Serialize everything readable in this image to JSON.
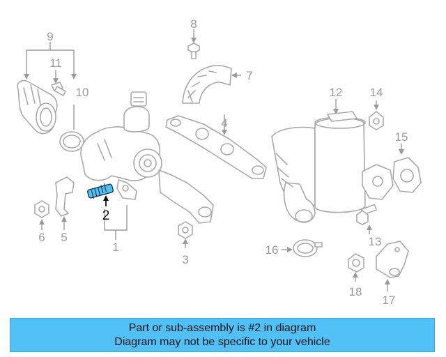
{
  "callouts": [
    {
      "num": "1",
      "highlighted": false
    },
    {
      "num": "2",
      "highlighted": true
    },
    {
      "num": "3",
      "highlighted": false
    },
    {
      "num": "4",
      "highlighted": false
    },
    {
      "num": "5",
      "highlighted": false
    },
    {
      "num": "6",
      "highlighted": false
    },
    {
      "num": "7",
      "highlighted": false
    },
    {
      "num": "8",
      "highlighted": false
    },
    {
      "num": "9",
      "highlighted": false
    },
    {
      "num": "10",
      "highlighted": false
    },
    {
      "num": "11",
      "highlighted": false
    },
    {
      "num": "12",
      "highlighted": false
    },
    {
      "num": "13",
      "highlighted": false
    },
    {
      "num": "14",
      "highlighted": false
    },
    {
      "num": "15",
      "highlighted": false
    },
    {
      "num": "16",
      "highlighted": false
    },
    {
      "num": "17",
      "highlighted": false
    },
    {
      "num": "18",
      "highlighted": false
    }
  ],
  "banner": {
    "line1": "Part or sub-assembly is #2 in diagram",
    "line2": "Diagram may not be specific to your vehicle"
  },
  "colors": {
    "highlight_part": "#4fc1f6",
    "banner_bg": "#4fc1f6",
    "line_gray": "#a8a8a8"
  }
}
